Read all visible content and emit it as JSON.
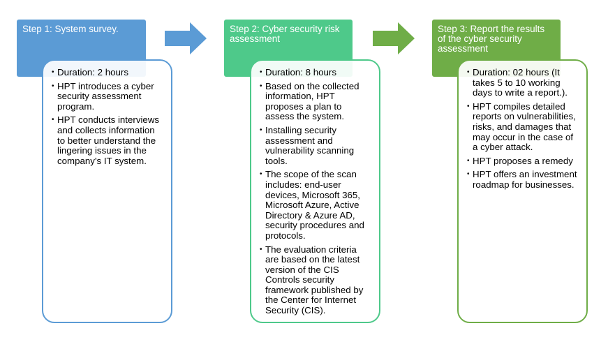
{
  "colors": {
    "step1": "#5b9bd5",
    "step2": "#4ec98a",
    "step3": "#6fad47",
    "card1_border": "#5b9bd5",
    "card2_border": "#4ec98a",
    "card3_border": "#6fad47"
  },
  "steps": [
    {
      "title": "Step 1: System survey.",
      "items": [
        "Duration: 2 hours",
        "HPT introduces a cyber security assessment program.",
        "HPT conducts interviews and collects information to better understand the lingering issues in the company's IT system."
      ]
    },
    {
      "title": "Step 2: Cyber security risk assessment",
      "items": [
        "Duration: 8 hours",
        "Based on the collected information, HPT proposes a plan to assess the system.",
        "Installing security assessment and vulnerability scanning tools.",
        "The scope of the scan includes: end-user devices, Microsoft 365, Microsoft Azure, Active Directory & Azure AD, security procedures and protocols.",
        "The evaluation criteria are based on the latest version of the CIS Controls security framework published by the Center for Internet Security (CIS)."
      ]
    },
    {
      "title": "Step 3: Report the results of the cyber security assessment",
      "items": [
        "Duration: 02 hours (It takes 5 to 10 working days to write a report.).",
        "HPT compiles detailed reports on vulnerabilities, risks, and damages that may occur in the case of a cyber attack.",
        "HPT proposes a remedy",
        "HPT offers an investment roadmap for businesses."
      ]
    }
  ]
}
